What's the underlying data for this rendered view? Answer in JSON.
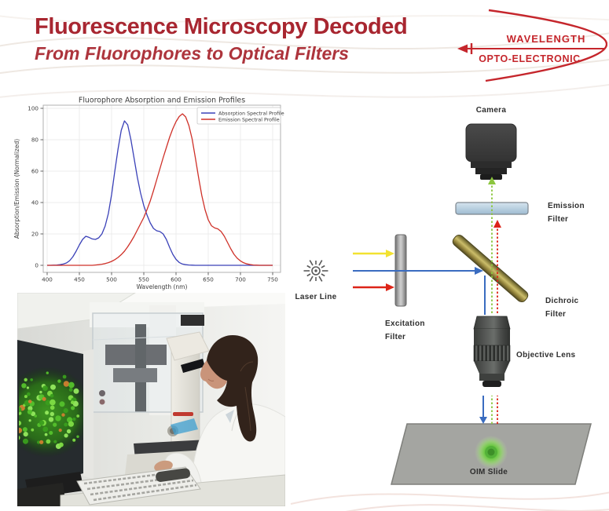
{
  "header": {
    "title": "Fluorescence Microscopy Decoded",
    "subtitle": "From Fluorophores to Optical Filters",
    "title_color": "#a82630",
    "subtitle_color": "#ad343c"
  },
  "logo": {
    "line1": "WAVELENGTH",
    "line2": "OPTO-ELECTRONIC",
    "color": "#c5262c"
  },
  "chart_data": {
    "type": "line",
    "title": "Fluorophore Absorption and Emission Profiles",
    "xlabel": "Wavelength (nm)",
    "ylabel": "Absorption/Emission (Normalized)",
    "xlim": [
      394,
      762
    ],
    "ylim": [
      -4.5,
      102
    ],
    "xticks": [
      400,
      450,
      500,
      550,
      600,
      650,
      700,
      750
    ],
    "yticks": [
      0,
      20,
      40,
      60,
      80,
      100
    ],
    "grid": true,
    "legend_position": "upper right",
    "x": [
      400,
      405,
      410,
      415,
      420,
      425,
      430,
      435,
      440,
      445,
      450,
      455,
      460,
      465,
      470,
      475,
      480,
      485,
      490,
      495,
      500,
      505,
      510,
      515,
      520,
      525,
      530,
      535,
      540,
      545,
      550,
      555,
      560,
      565,
      570,
      575,
      580,
      585,
      590,
      595,
      600,
      605,
      610,
      615,
      620,
      625,
      630,
      635,
      640,
      645,
      650,
      655,
      660,
      665,
      670,
      675,
      680,
      685,
      690,
      695,
      700,
      705,
      710,
      715,
      720,
      725,
      730,
      735,
      740,
      745,
      750
    ],
    "series": [
      {
        "name": "Absorption Spectral Profile",
        "color": "#3a41b8",
        "y": [
          0,
          0,
          0.1,
          0.2,
          0.4,
          0.8,
          1.5,
          3,
          5.5,
          9,
          13,
          16.5,
          18.5,
          17.8,
          16.8,
          16.5,
          17.5,
          20,
          25,
          33,
          45,
          60,
          74,
          86,
          92,
          89.5,
          80,
          68,
          56,
          46,
          38,
          32,
          27,
          23.5,
          22,
          21.5,
          20,
          16.5,
          11.5,
          7,
          3.8,
          1.8,
          0.8,
          0.4,
          0.2,
          0.1,
          0,
          0,
          0,
          0,
          0,
          0,
          0,
          0,
          0,
          0,
          0,
          0,
          0,
          0,
          0,
          0,
          0,
          0,
          0,
          0,
          0,
          0,
          0,
          0,
          0
        ]
      },
      {
        "name": "Emission Spectral Profile",
        "color": "#cf3129",
        "y": [
          0,
          0,
          0,
          0,
          0,
          0,
          0,
          0,
          0,
          0,
          0,
          0,
          0,
          0,
          0,
          0.2,
          0.4,
          0.7,
          1.1,
          1.7,
          2.5,
          3.6,
          5,
          6.8,
          9,
          11.8,
          15,
          18.5,
          22.5,
          26.5,
          30.5,
          35.5,
          41,
          47.5,
          54.5,
          61.5,
          68.5,
          75,
          81.5,
          87,
          91.5,
          94.8,
          96.5,
          94.5,
          89,
          80.5,
          68.5,
          56,
          44.5,
          35.5,
          29,
          25.2,
          23.8,
          23.2,
          21.5,
          18.5,
          14.5,
          10.5,
          7,
          4.5,
          2.8,
          1.6,
          0.9,
          0.5,
          0.2,
          0.1,
          0,
          0,
          0,
          0,
          0
        ]
      }
    ]
  },
  "diagram": {
    "labels": {
      "camera": "Camera",
      "emission_filter_1": "Emission",
      "emission_filter_2": "Filter",
      "laser": "Laser Line",
      "excitation_filter_1": "Excitation",
      "excitation_filter_2": "Filter",
      "dichroic_filter_1": "Dichroic",
      "dichroic_filter_2": "Filter",
      "objective": "Objective Lens",
      "slide": "OIM Slide"
    },
    "colors": {
      "beam_yellow": "#f2e231",
      "beam_blue": "#3a6cc0",
      "beam_red": "#dd2418",
      "emitted_green": "#8cc63f",
      "emission_filter_blue": "#bcd2e2",
      "dichroic_gold": "#b3a050",
      "excitation_gray": "#9a9a9a",
      "label_color": "#2e2e2e"
    }
  },
  "photo": {
    "description": "Scientist in a white lab coat looking into a fluorescence microscope, next to a monitor displaying a green fluorescent cell cluster with orange spots"
  }
}
